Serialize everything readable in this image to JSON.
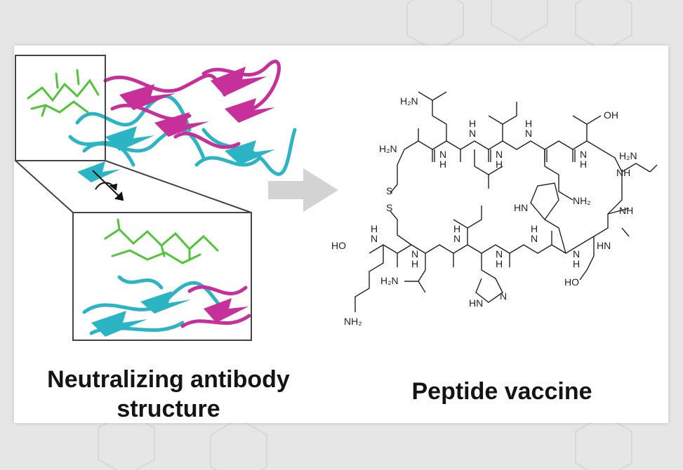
{
  "figure": {
    "left_caption_line1": "Neutralizing antibody",
    "left_caption_line2": "structure",
    "right_caption": "Peptide vaccine"
  },
  "molecule": {
    "labels": {
      "h2n_top": "H₂N",
      "h2n_left": "H₂N",
      "h_1": "H",
      "n_1": "N",
      "h_2": "H",
      "n_2": "N",
      "h_3": "H",
      "n_3": "N",
      "h_4": "H",
      "n_4": "N",
      "n_5": "N",
      "h_5": "H",
      "oh_top": "OH",
      "h2n_asn": "H₂N",
      "nh2_mid": "NH₂",
      "hn_indole": "HN",
      "nh_r1": "NH",
      "nh_r2": "NH",
      "hn_r3": "HN",
      "s1": "S",
      "s2": "S",
      "ho_left": "HO",
      "n_b1": "N",
      "h_b1": "H",
      "n_b2": "N",
      "h_b2": "H",
      "n_b3": "N",
      "h_b3": "H",
      "n_b4": "N",
      "h_b4": "H",
      "n_b5": "N",
      "h_b5": "H",
      "n_b6": "N",
      "h_b6": "H",
      "h2n_bottom": "H₂N",
      "hn_imid": "HN",
      "n_imid": "N",
      "ho_bottom": "HO",
      "nh2_lys": "NH₂"
    }
  },
  "colors": {
    "magenta": "#c7309a",
    "cyan": "#2bb5c4",
    "green": "#52c43a",
    "arrow": "#d3d3d3"
  }
}
